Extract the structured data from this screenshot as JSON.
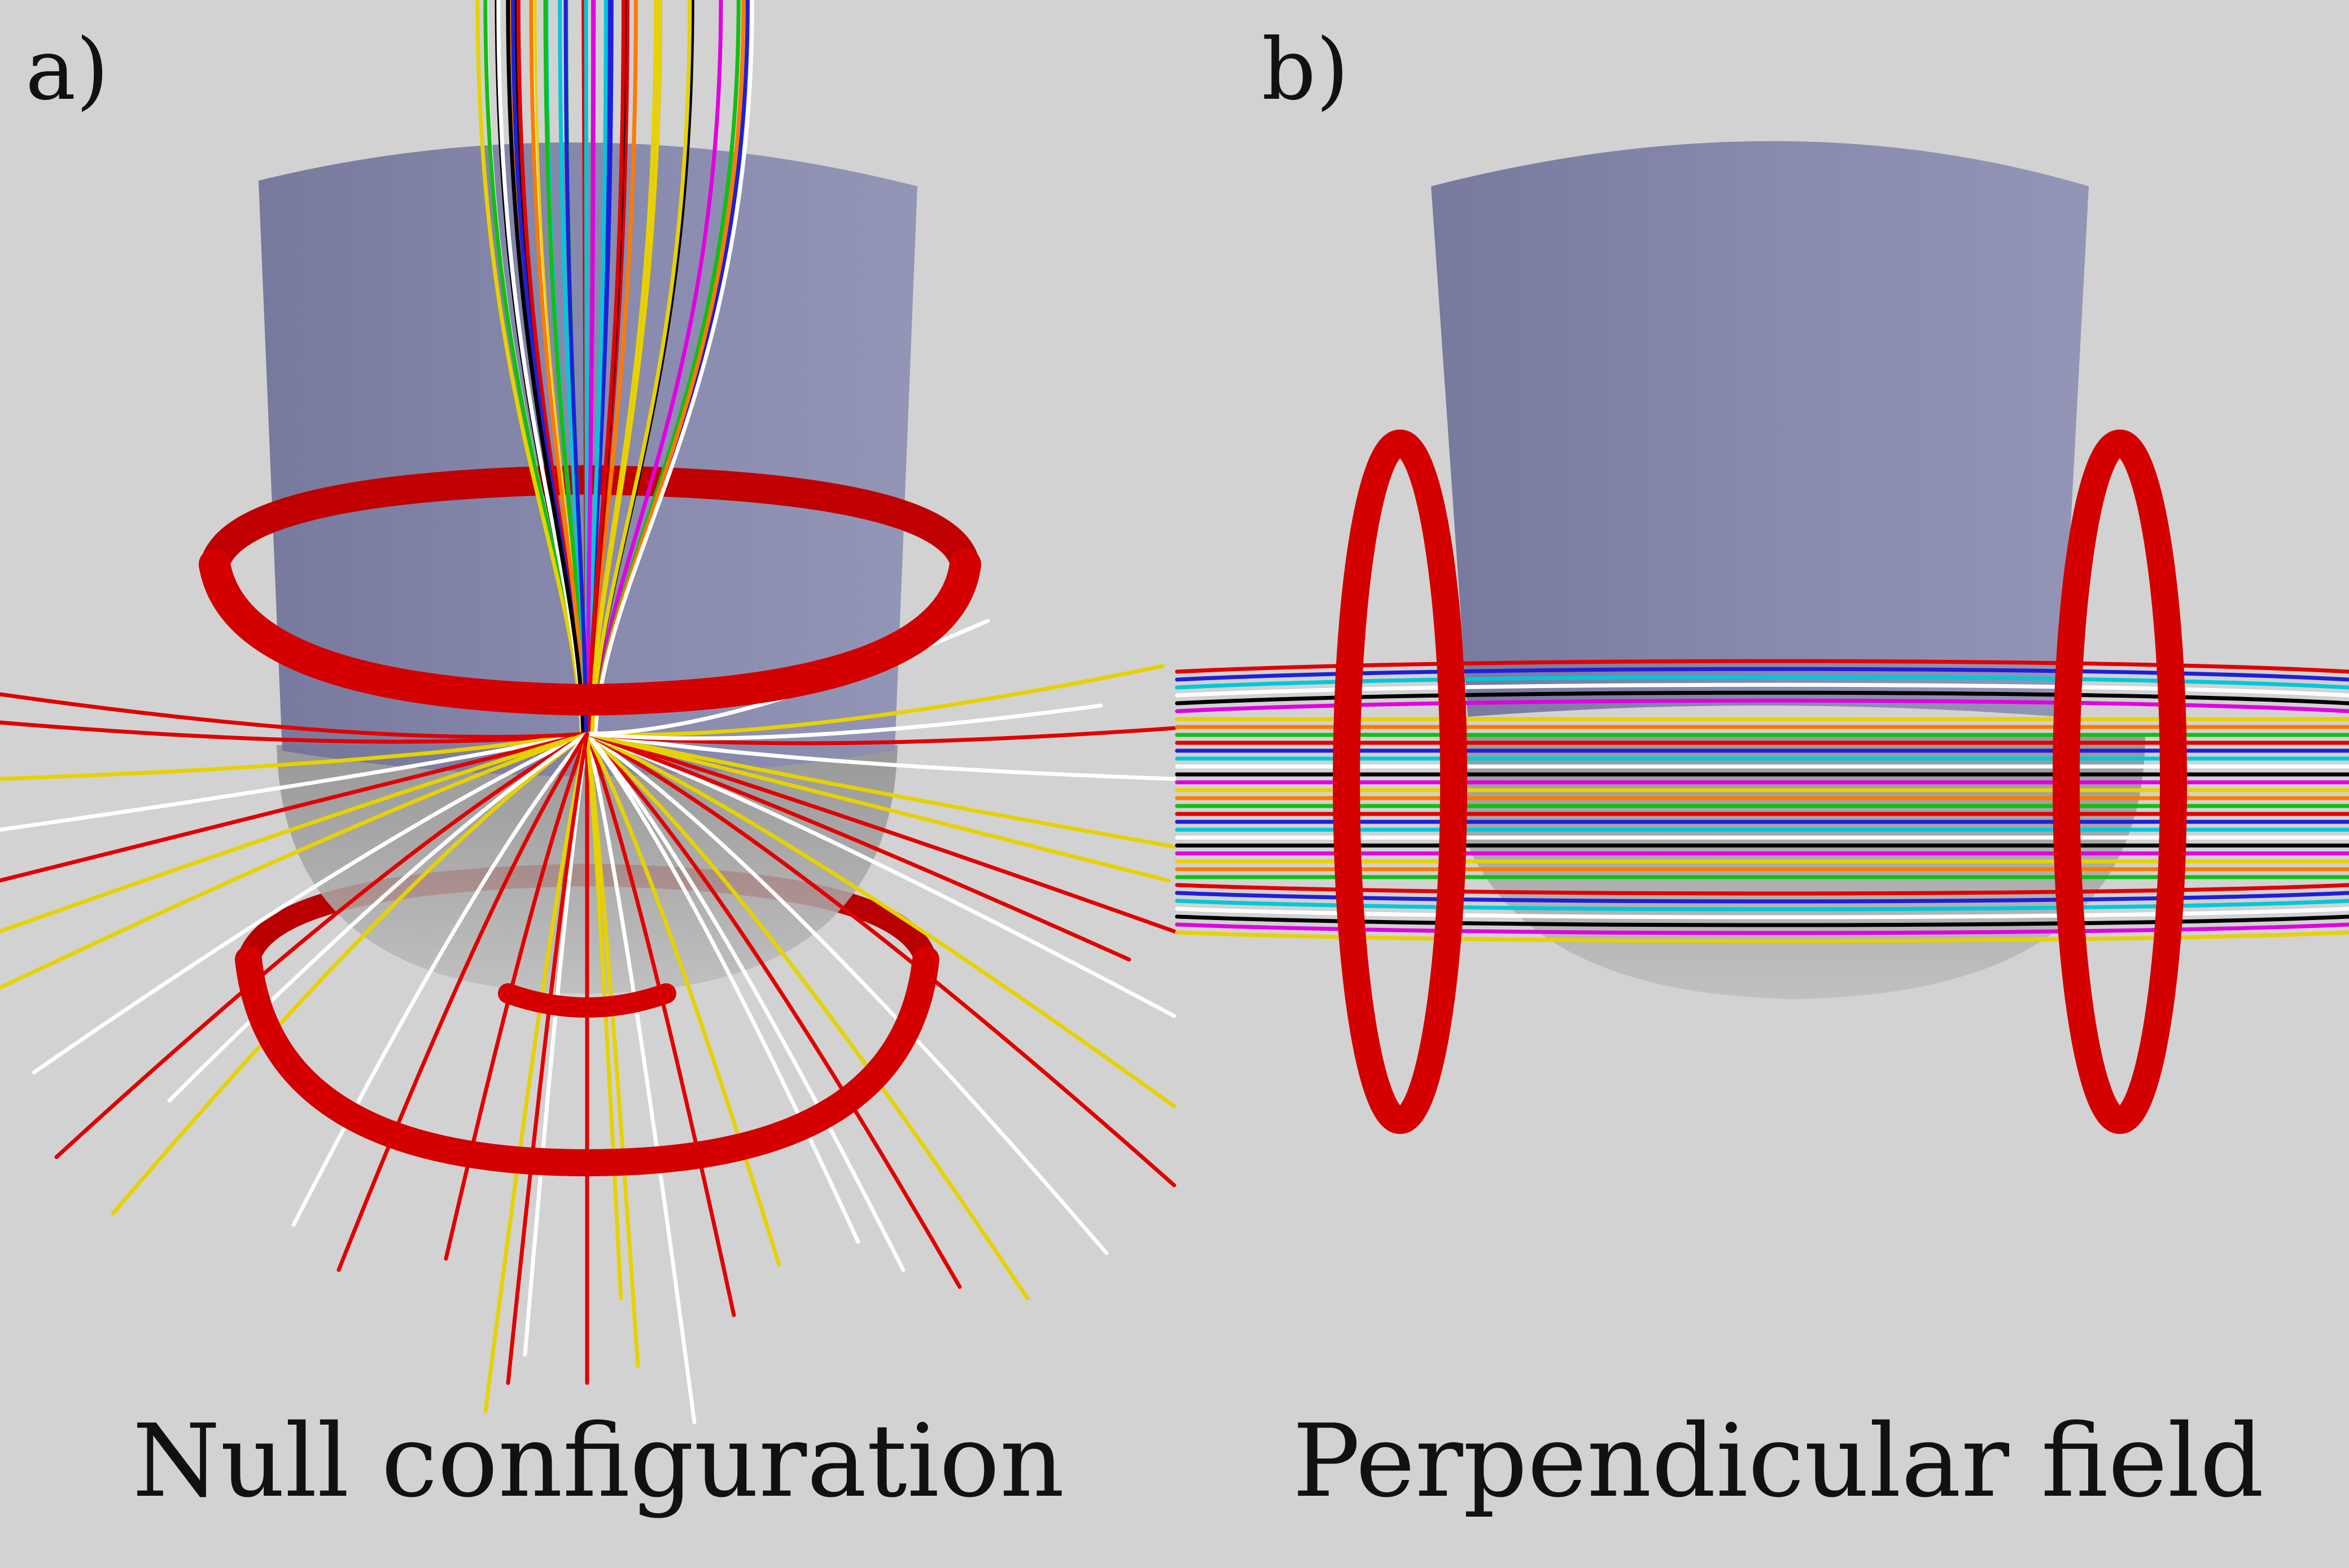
{
  "panels": [
    {
      "label": "a)",
      "caption": "Null configuration",
      "configuration": "anti-parallel coils around cylinder",
      "coil_color": "#d40000"
    },
    {
      "label": "b)",
      "caption": "Perpendicular field",
      "configuration": "coil pair on the sides of the cylinder",
      "coil_color": "#d40000"
    }
  ],
  "colors": {
    "background": "#d2d2d2",
    "cylinder": "#7c7ea6",
    "hemisphere": "#9a9a9a",
    "coil": "#d40000",
    "field_lines": [
      "#e00000",
      "#00c8d8",
      "#000000",
      "#e6d200",
      "#10c010",
      "#1f1fd8",
      "#ffffff",
      "#e000e0",
      "#ff7a00"
    ]
  }
}
